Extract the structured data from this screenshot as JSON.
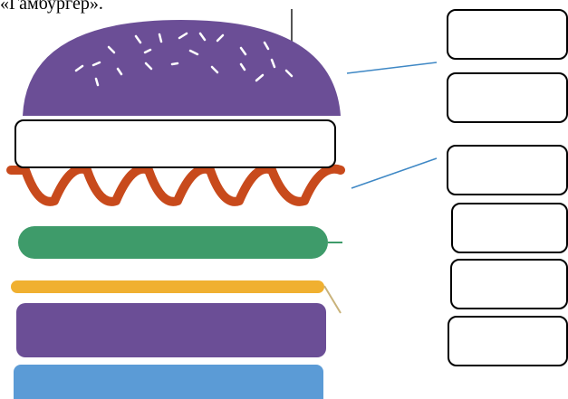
{
  "caption": "«Гамбургер».",
  "colors": {
    "bun": "#6b4e96",
    "sesame": "#ffffff",
    "ketchup": "#c84a1c",
    "cucumber": "#3e9b6a",
    "cheese": "#f0b030",
    "patty": "#6b4e96",
    "bottom_bun": "#5b9bd6",
    "pointer_lines": "#3f88c5",
    "box_border": "#000000"
  },
  "label_boxes": [
    {
      "id": 1,
      "text": ""
    },
    {
      "id": 2,
      "text": ""
    },
    {
      "id": 3,
      "text": ""
    },
    {
      "id": 4,
      "text": ""
    },
    {
      "id": 5,
      "text": ""
    },
    {
      "id": 6,
      "text": ""
    }
  ],
  "answer_box_on_bun": {
    "text": ""
  }
}
